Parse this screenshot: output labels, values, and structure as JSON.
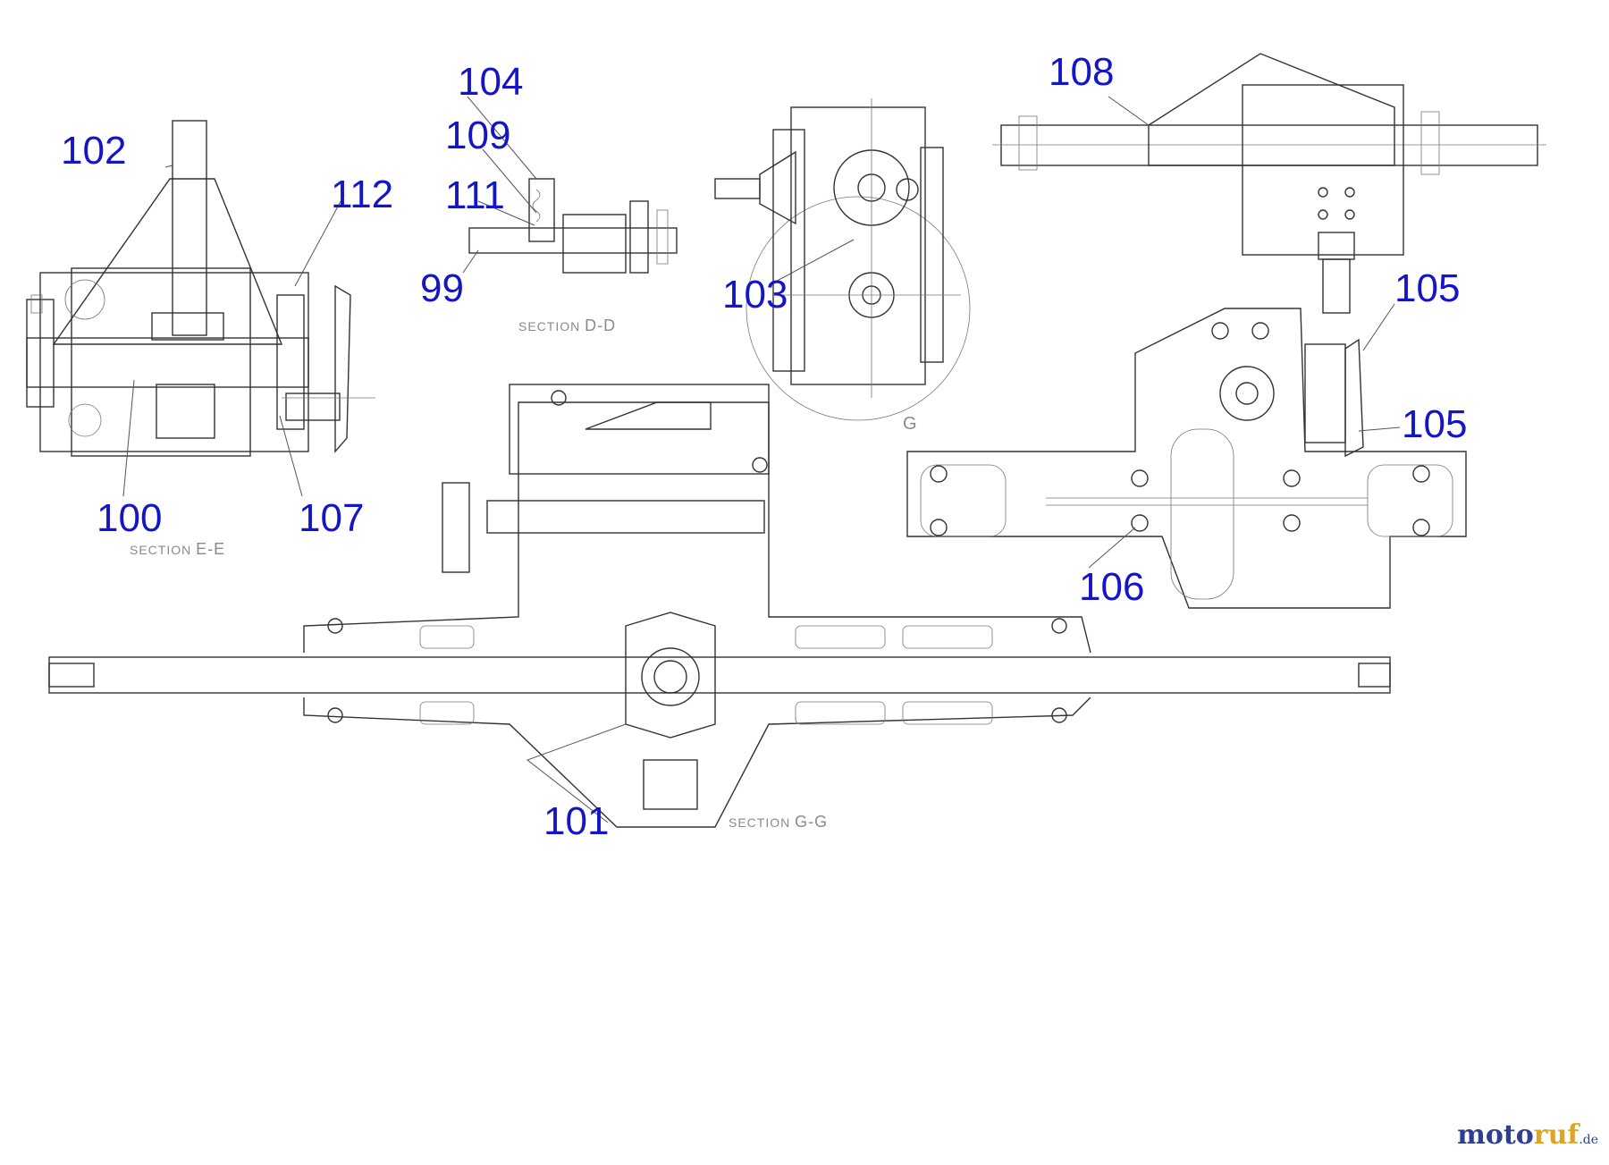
{
  "callouts": [
    {
      "id": "c102",
      "text": "102"
    },
    {
      "id": "c112",
      "text": "112"
    },
    {
      "id": "c100",
      "text": "100"
    },
    {
      "id": "c107",
      "text": "107"
    },
    {
      "id": "c104",
      "text": "104"
    },
    {
      "id": "c109",
      "text": "109"
    },
    {
      "id": "c111",
      "text": "111"
    },
    {
      "id": "c99",
      "text": "99"
    },
    {
      "id": "c103",
      "text": "103"
    },
    {
      "id": "c108",
      "text": "108"
    },
    {
      "id": "c105a",
      "text": "105"
    },
    {
      "id": "c105b",
      "text": "105"
    },
    {
      "id": "c106",
      "text": "106"
    },
    {
      "id": "c101",
      "text": "101"
    }
  ],
  "sections": {
    "ee": {
      "prefix": "SECTION",
      "letter": "E-E"
    },
    "dd": {
      "prefix": "SECTION",
      "letter": "D-D"
    },
    "gg": {
      "prefix": "SECTION",
      "letter": "G-G"
    },
    "g": "G"
  },
  "watermark": {
    "part1": "moto",
    "part2": "ruf",
    "tld": ".de"
  },
  "colors": {
    "callout": "#1414c8",
    "linework": "#333333",
    "watermark_blue": "#2e3f92",
    "watermark_orange": "#e2a31d"
  }
}
